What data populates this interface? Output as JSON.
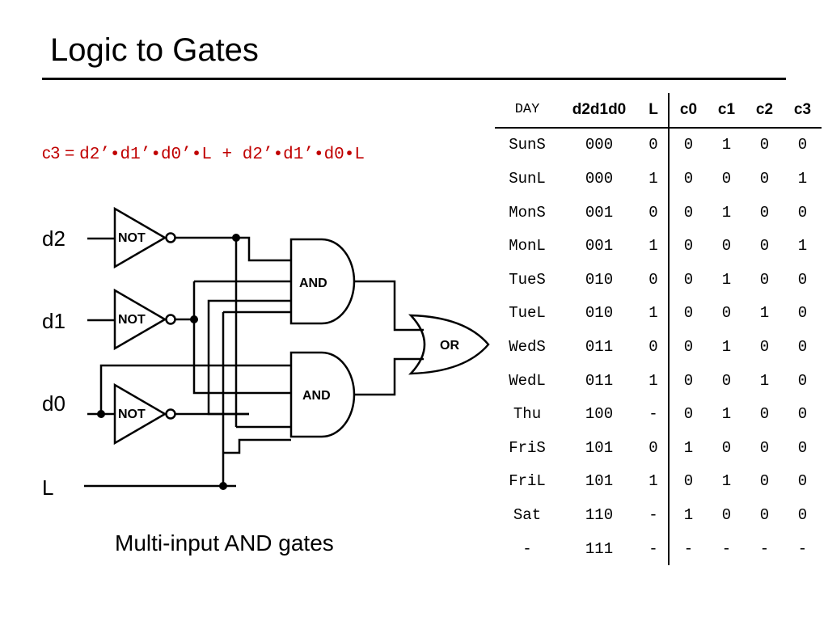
{
  "slide": {
    "title": "Logic to Gates",
    "caption": "Multi-input AND gates"
  },
  "equation": {
    "lead": "c3 = ",
    "body": "d2’•d1’•d0’•L + d2’•d1’•d0•L"
  },
  "inputs": [
    "d2",
    "d1",
    "d0",
    "L"
  ],
  "gates": {
    "not_label": "NOT",
    "and_label": "AND",
    "or_label": "OR"
  },
  "table": {
    "headers": [
      "DAY",
      "d2d1d0",
      "L",
      "c0",
      "c1",
      "c2",
      "c3"
    ],
    "rows": [
      [
        "SunS",
        "000",
        "0",
        "0",
        "1",
        "0",
        "0"
      ],
      [
        "SunL",
        "000",
        "1",
        "0",
        "0",
        "0",
        "1"
      ],
      [
        "MonS",
        "001",
        "0",
        "0",
        "1",
        "0",
        "0"
      ],
      [
        "MonL",
        "001",
        "1",
        "0",
        "0",
        "0",
        "1"
      ],
      [
        "TueS",
        "010",
        "0",
        "0",
        "1",
        "0",
        "0"
      ],
      [
        "TueL",
        "010",
        "1",
        "0",
        "0",
        "1",
        "0"
      ],
      [
        "WedS",
        "011",
        "0",
        "0",
        "1",
        "0",
        "0"
      ],
      [
        "WedL",
        "011",
        "1",
        "0",
        "0",
        "1",
        "0"
      ],
      [
        "Thu",
        "100",
        "-",
        "0",
        "1",
        "0",
        "0"
      ],
      [
        "FriS",
        "101",
        "0",
        "1",
        "0",
        "0",
        "0"
      ],
      [
        "FriL",
        "101",
        "1",
        "0",
        "1",
        "0",
        "0"
      ],
      [
        "Sat",
        "110",
        "-",
        "1",
        "0",
        "0",
        "0"
      ],
      [
        "-",
        "111",
        "-",
        "-",
        "-",
        "-",
        "-"
      ]
    ]
  }
}
